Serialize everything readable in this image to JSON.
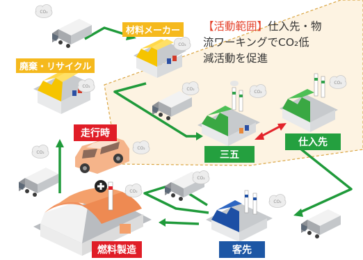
{
  "activity_text": {
    "highlight": "【活動範囲】",
    "line1_rest": "仕入先・物",
    "line2": "流ワーキングでCO₂低",
    "line3": "減活動を促進"
  },
  "labels": {
    "materials_maker": "材料メーカー",
    "disposal_recycle": "廃棄・リサイクル",
    "driving": "走行時",
    "sango": "三五",
    "supplier": "仕入先",
    "customer": "客先",
    "fuel_production": "燃料製造"
  },
  "co2_badge": "CO₂",
  "colors": {
    "label_yellow": "#f5b91d",
    "label_green": "#24a03f",
    "label_red": "#e01d27",
    "label_blue": "#1d57a5",
    "arrow_green": "#1f9a3a",
    "exchange_arrow_red": "#e3242b",
    "scope_fill": "#fdf3e2",
    "scope_border": "#d9a441",
    "highlight_text": "#e5432c"
  }
}
